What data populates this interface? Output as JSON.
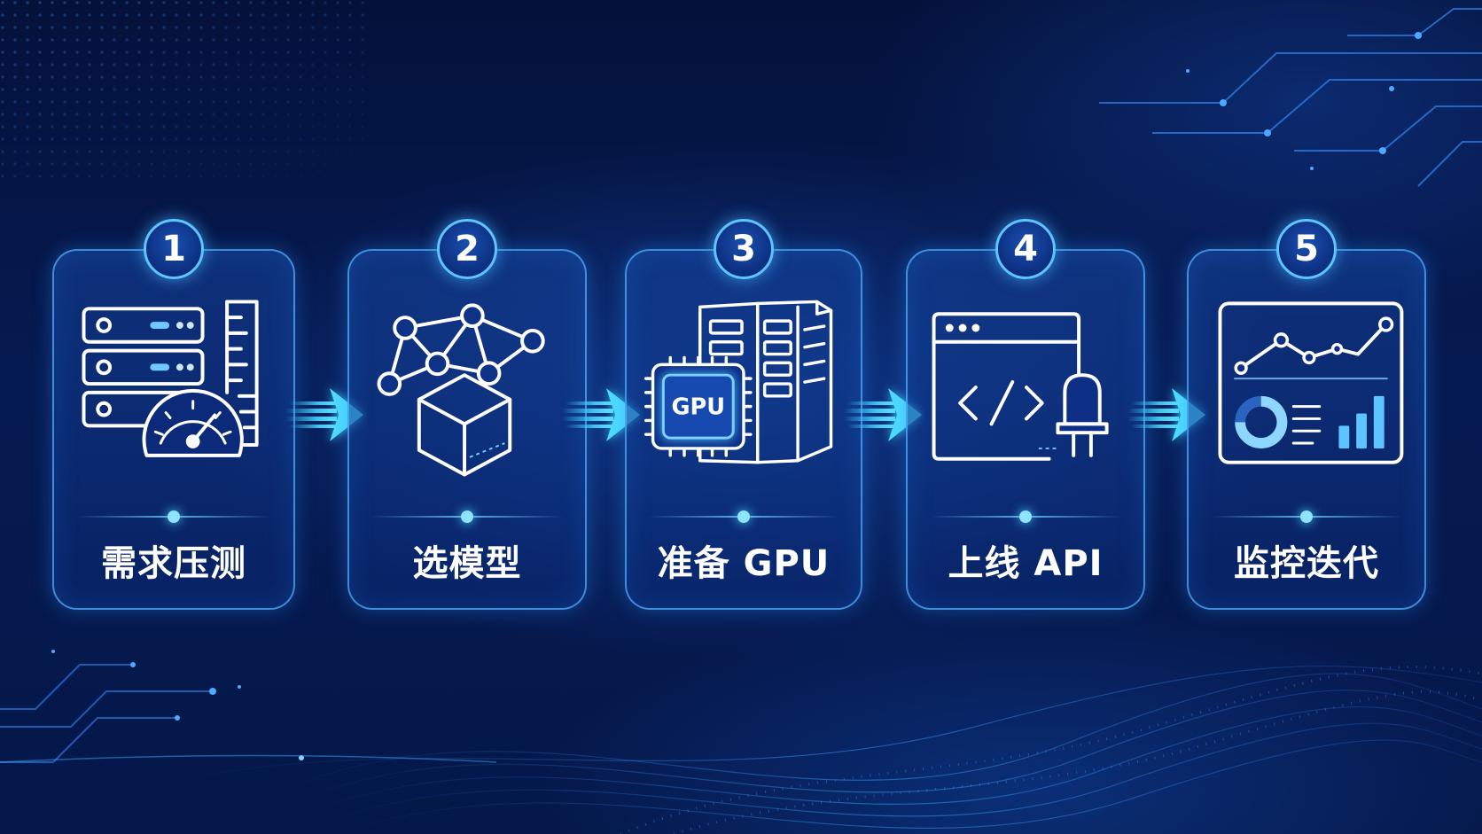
{
  "steps": [
    {
      "number": "1",
      "label": "需求压测",
      "icon": "server-gauge-icon"
    },
    {
      "number": "2",
      "label": "选模型",
      "icon": "model-network-cube-icon"
    },
    {
      "number": "3",
      "label": "准备 GPU",
      "icon": "gpu-server-icon",
      "chip_text": "GPU"
    },
    {
      "number": "4",
      "label": "上线 API",
      "icon": "code-window-plug-icon",
      "code_text": "</>"
    },
    {
      "number": "5",
      "label": "监控迭代",
      "icon": "monitor-dashboard-icon"
    }
  ],
  "colors": {
    "background": "#061a52",
    "card_border": "#50afff",
    "accent_cyan": "#3fd3ff",
    "text": "#ffffff"
  }
}
